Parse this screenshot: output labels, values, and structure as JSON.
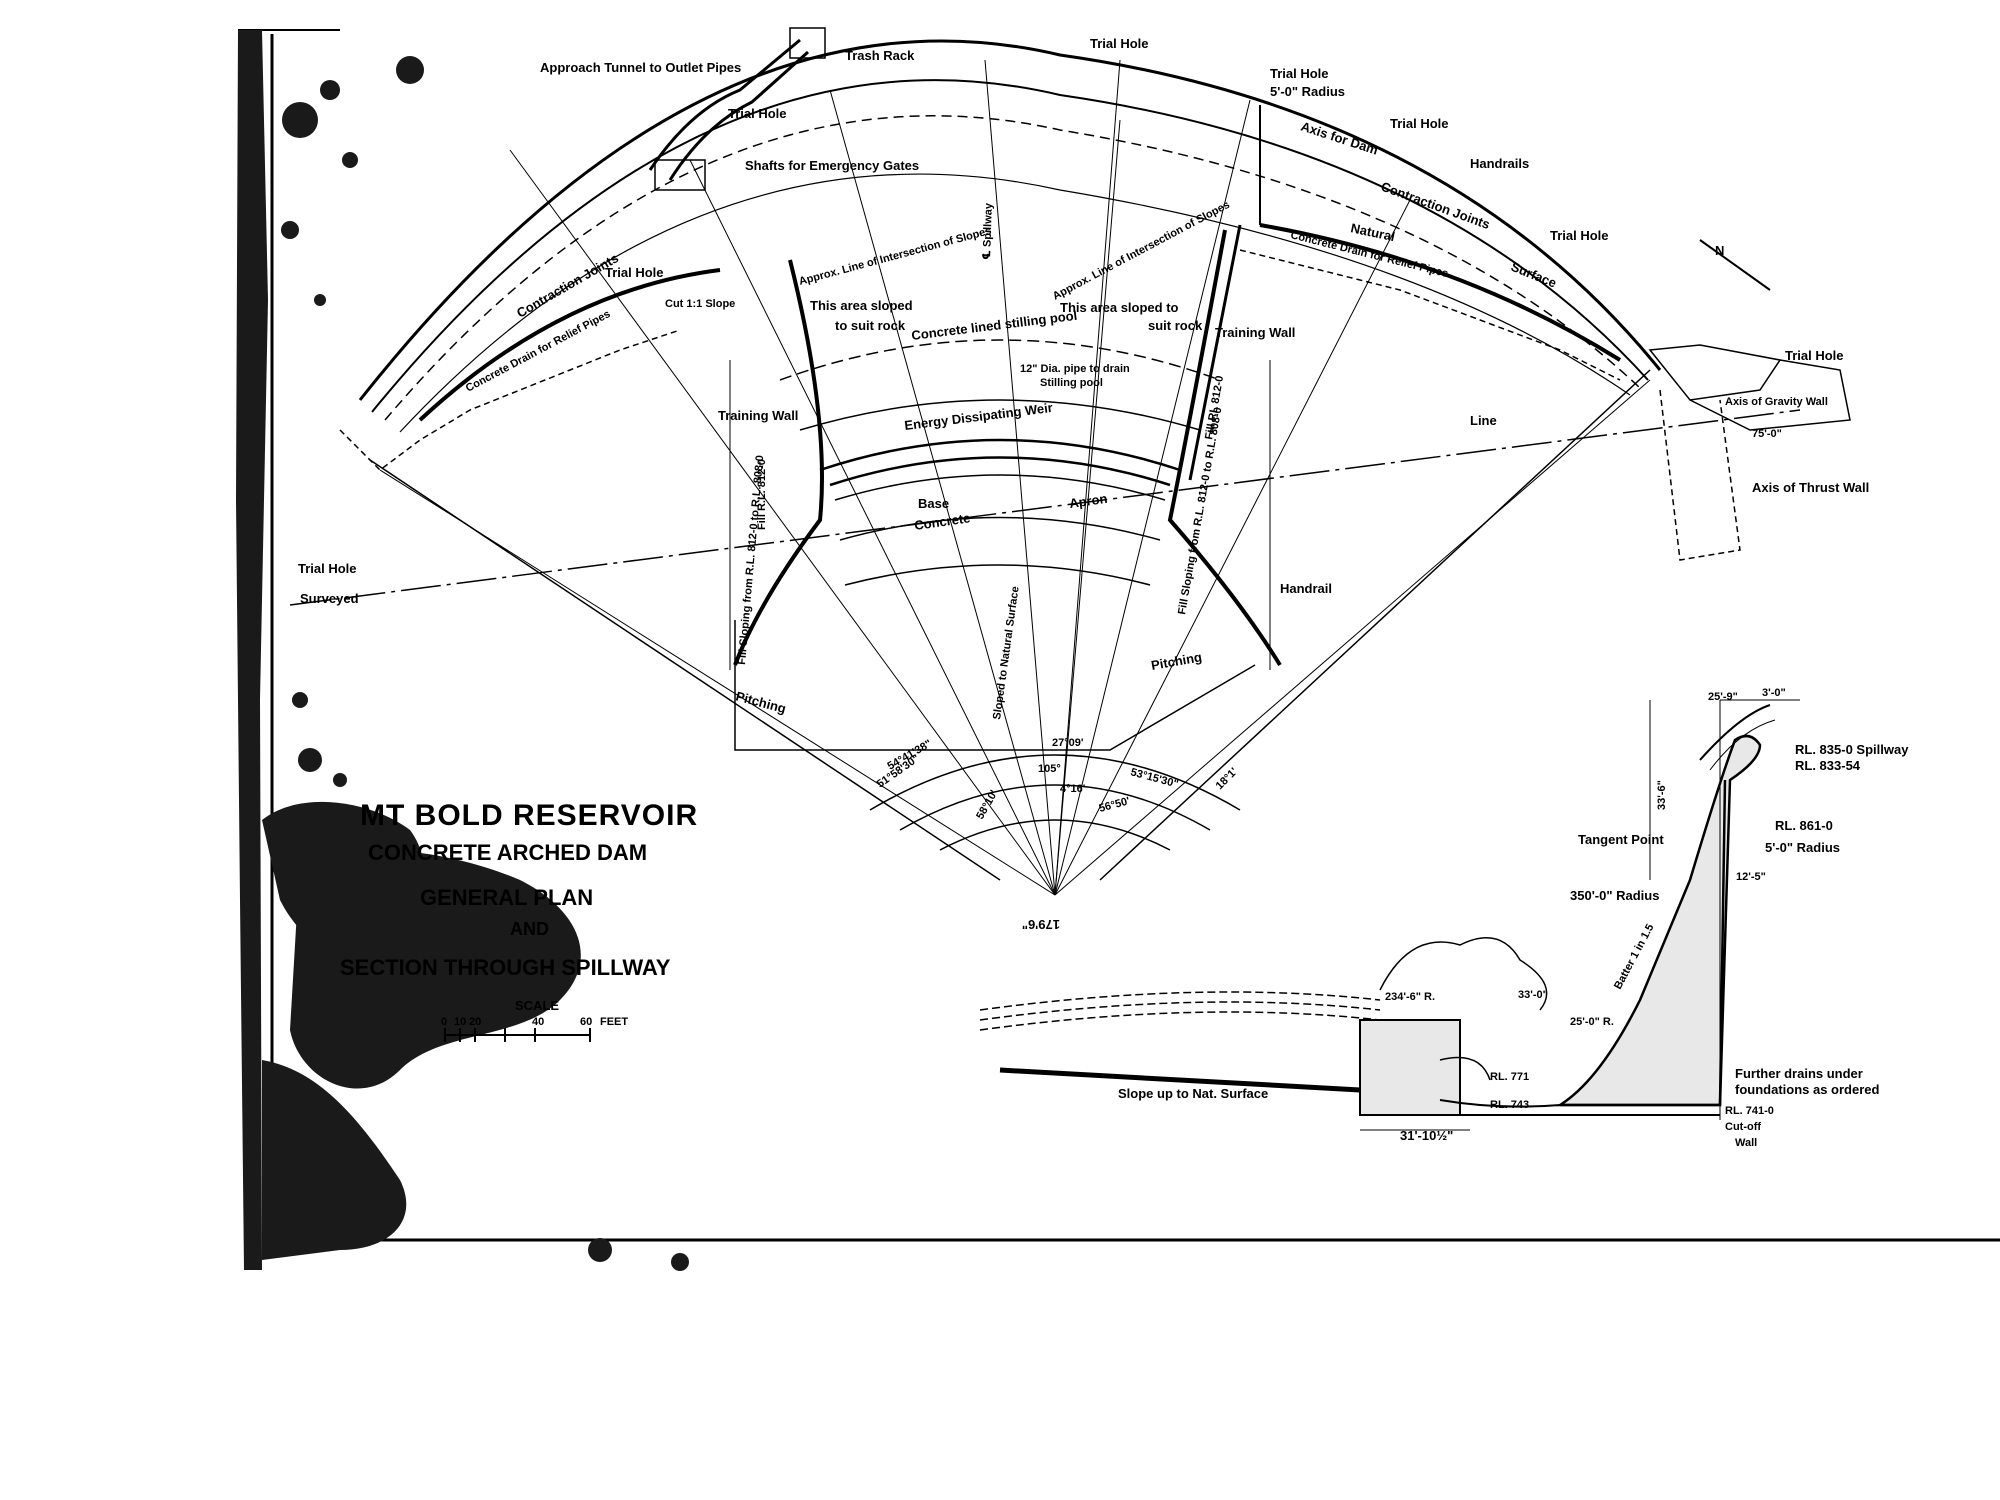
{
  "title_block": {
    "line1": "MT BOLD RESERVOIR",
    "line2": "CONCRETE ARCHED DAM",
    "line3": "GENERAL PLAN",
    "line4": "AND",
    "line5": "SECTION THROUGH SPILLWAY",
    "scale_label": "SCALE",
    "scale_ticks": [
      "0",
      "10",
      "20",
      "40",
      "60"
    ],
    "scale_unit": "FEET"
  },
  "plan_labels": {
    "approach_tunnel": "Approach Tunnel to Outlet Pipes",
    "trash_rack": "Trash Rack",
    "trial_hole_top": "Trial Hole",
    "trial_hole_left_top": "Trial Hole",
    "trial_hole_right_top": "Trial Hole",
    "radius_5": "5'-0\" Radius",
    "trial_hole_right2": "Trial Hole",
    "shafts": "Shafts for Emergency Gates",
    "spillway_axis": "℄ Spillway",
    "axis_for_dam": "Axis for Dam",
    "handrails": "Handrails",
    "contraction_joints_r": "Contraction Joints",
    "natural": "Natural",
    "surface": "Surface",
    "trial_hole_r3": "Trial Hole",
    "drain_relief_r": "Concrete Drain for Relief Pipes",
    "approx_line": "Approx. Line of Intersection of Slopes",
    "approx_line2": "Approx. Line of Intersection of Slopes",
    "contraction_joints_l": "Contraction Joints",
    "trial_hole_l2": "Trial Hole",
    "cut_slope": "Cut 1:1 Slope",
    "drain_relief_l": "Concrete Drain for Relief Pipes",
    "area_sloped_l1": "This area sloped",
    "area_sloped_l2": "to suit rock",
    "area_sloped_r1": "This area sloped to",
    "area_sloped_r2": "suit rock",
    "stilling_pool": "Concrete lined stilling pool",
    "pipe_drain1": "12\" Dia. pipe to drain",
    "pipe_drain2": "Stilling pool",
    "training_wall_r": "Training Wall",
    "training_wall_l": "Training Wall",
    "fill_rl_r": "Fill RL 812-0",
    "fill_rl_l": "Fill R.L. 812-0",
    "energy_weir": "Energy Dissipating Weir",
    "line_label": "Line",
    "base": "Base",
    "concrete": "Concrete",
    "apron": "Apron",
    "trial_hole_far_r": "Trial Hole",
    "axis_gravity": "Axis of Gravity Wall",
    "dim_75": "75'-0\"",
    "axis_thrust": "Axis of Thrust Wall",
    "trial_hole_far_l": "Trial Hole",
    "surveyed": "Surveyed",
    "handrail": "Handrail",
    "pitching_l": "Pitching",
    "pitching_r": "Pitching",
    "sloped_natural": "Sloped to Natural Surface",
    "fill_sloping_l": "Fill Sloping from R.L. 812-0 to R.L. 808-0",
    "fill_sloping_r": "Fill Sloping from R.L. 812-0 to R.L. 808-0",
    "ang_105": "105°",
    "ang_27": "27°09'",
    "ang_4": "4°16'",
    "ang_53": "53°15'30\"",
    "ang_56": "56°50'",
    "ang_58": "58°10'",
    "ang_18": "18°1'",
    "ang_left_a": "51°58'30\"",
    "ang_left_b": "54°41'38\"",
    "radius_bottom": "179'6\"",
    "north": "N"
  },
  "section_labels": {
    "dim_top": "25'-9\"",
    "dim_top2": "3'-0\"",
    "rl_835": "RL. 835-0 Spillway",
    "rl_833": "RL. 833-54",
    "dim_33": "33'-6\"",
    "tangent_point": "Tangent Point",
    "rl_861": "RL. 861-0",
    "radius_5": "5'-0\" Radius",
    "dim_12": "12'-5\"",
    "radius_350": "350'-0\" Radius",
    "radius_234": "234'-6\" R.",
    "dim_33b": "33'-0\"",
    "radius_25": "25'-0\" R.",
    "slope_up": "Slope up to Nat. Surface",
    "rl_771": "RL. 771",
    "rl_743": "RL. 743",
    "dim_31": "31'-10½\"",
    "further_drains1": "Further drains under",
    "further_drains2": "foundations as ordered",
    "rl_741": "RL. 741-0",
    "cutoff1": "Cut-off",
    "cutoff2": "Wall",
    "batter": "Batter 1 in 1.5"
  },
  "colors": {
    "ink": "#000000",
    "paper": "#ffffff",
    "stain": "#1a1a1a"
  }
}
